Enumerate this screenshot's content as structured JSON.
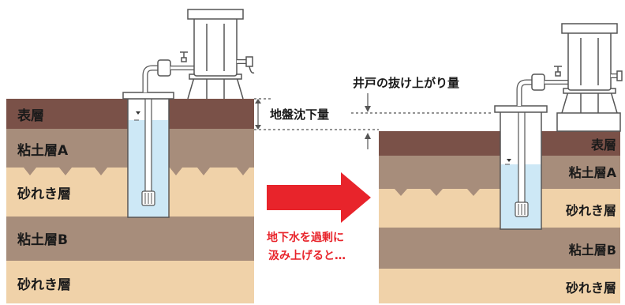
{
  "before": {
    "layers": [
      "表層",
      "粘土層A",
      "砂れき層",
      "粘土層B",
      "砂れき層"
    ]
  },
  "after": {
    "layers": [
      "表層",
      "粘土層A",
      "砂れき層",
      "粘土層B",
      "砂れき層"
    ]
  },
  "annotations": {
    "subsidence": "地盤沈下量",
    "well_rise": "井戸の抜け上がり量"
  },
  "arrow_caption": {
    "line1": "地下水を過剰に",
    "line2": "汲み上げると…"
  },
  "colors": {
    "surface": "#7a5148",
    "clay": "#a78d7b",
    "gravel": "#f0d2a9",
    "water": "#cde8f6",
    "arrow": "#e8242b"
  }
}
